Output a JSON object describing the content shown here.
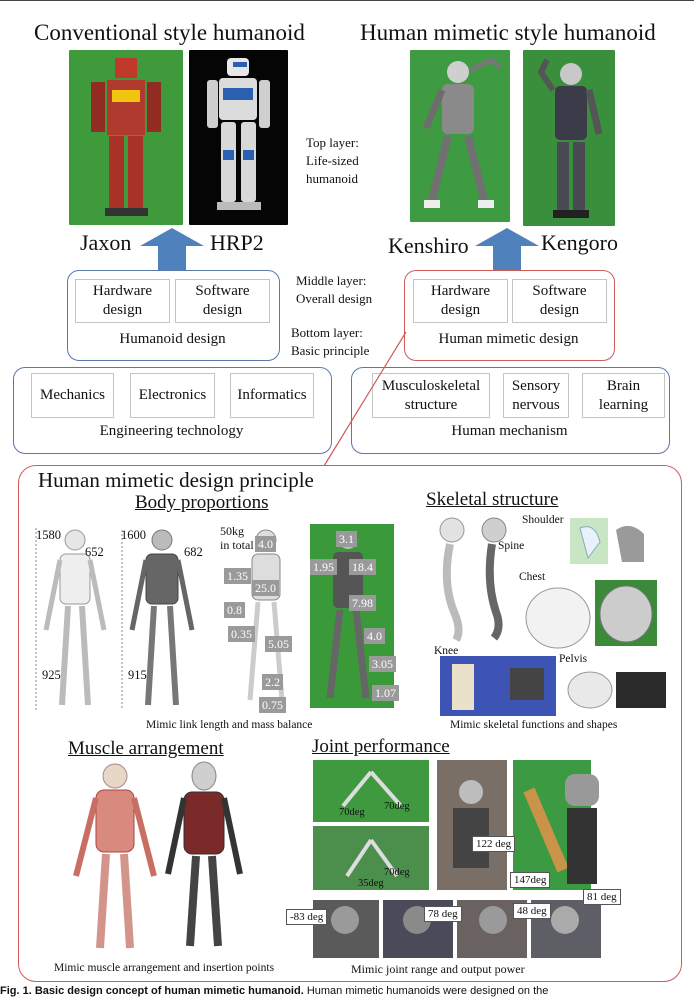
{
  "headers": {
    "conventional": "Conventional style humanoid",
    "mimetic": "Human mimetic style humanoid"
  },
  "robots": {
    "jaxon": "Jaxon",
    "hrp2": "HRP2",
    "kenshiro": "Kenshiro",
    "kengoro": "Kengoro"
  },
  "layers": {
    "top": [
      "Top layer:",
      "Life-sized",
      "humanoid"
    ],
    "middle": [
      "Middle layer:",
      "Overall design"
    ],
    "bottom": [
      "Bottom layer:",
      "Basic principle"
    ]
  },
  "humanoid_design": {
    "hardware": [
      "Hardware",
      "design"
    ],
    "software": [
      "Software",
      "design"
    ],
    "caption": "Humanoid design"
  },
  "mimetic_design": {
    "hardware": [
      "Hardware",
      "design"
    ],
    "software": [
      "Software",
      "design"
    ],
    "caption": "Human mimetic design"
  },
  "engineering": {
    "items": [
      "Mechanics",
      "Electronics",
      "Informatics"
    ],
    "caption": "Engineering technology"
  },
  "human_mechanism": {
    "items": [
      [
        "Musculoskeletal",
        "structure"
      ],
      [
        "Sensory",
        "nervous"
      ],
      [
        "Brain",
        "learning"
      ]
    ],
    "caption": "Human mechanism"
  },
  "principle": {
    "title": "Human mimetic design principle",
    "body_proportions": {
      "title": "Body proportions",
      "heights": [
        "1580",
        "652",
        "925",
        "1600",
        "682",
        "915"
      ],
      "total_mass": [
        "50kg",
        "in total"
      ],
      "masses_left": [
        "4.0",
        "1.35",
        "25.0",
        "0.8",
        "0.35",
        "5.05",
        "2.2",
        "0.75"
      ],
      "masses_right": [
        "3.1",
        "1.95",
        "18.4",
        "7.98",
        "4.0",
        "3.05",
        "1.07"
      ],
      "caption": "Mimic link length and mass balance"
    },
    "skeletal": {
      "title": "Skeletal structure",
      "labels": [
        "Shoulder",
        "Spine",
        "Chest",
        "Knee",
        "Pelvis"
      ],
      "caption": "Mimic skeletal functions and shapes"
    },
    "muscle": {
      "title": "Muscle arrangement",
      "caption": "Mimic muscle arrangement and insertion points"
    },
    "joint": {
      "title": "Joint performance",
      "angles": [
        "70deg",
        "70deg",
        "70deg",
        "35deg",
        "122 deg",
        "147deg",
        "-83 deg",
        "78 deg",
        "48 deg",
        "81 deg"
      ],
      "caption": "Mimic joint range and output power"
    }
  },
  "figure_caption": {
    "label": "Fig. 1. Basic design concept of human mimetic humanoid.",
    "text": " Human mimetic humanoids were designed on the"
  },
  "colors": {
    "blue_frame": "#5a78a8",
    "red_frame": "#cf5b5b",
    "arrow": "#4f81bd",
    "green_screen": "#3a9a3a"
  }
}
